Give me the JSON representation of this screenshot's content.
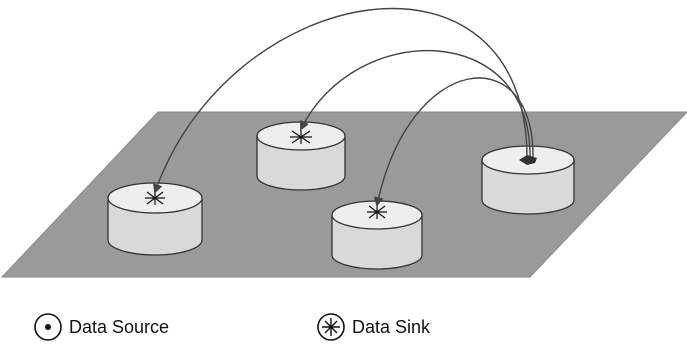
{
  "legend": {
    "source_label": "Data Source",
    "sink_label": "Data Sink"
  },
  "nodes": [
    {
      "id": "node-left",
      "role": "sink"
    },
    {
      "id": "node-center-back",
      "role": "sink"
    },
    {
      "id": "node-center-front",
      "role": "sink"
    },
    {
      "id": "node-right",
      "role": "source"
    }
  ],
  "edges": [
    {
      "from": "node-right",
      "to": "node-left"
    },
    {
      "from": "node-right",
      "to": "node-center-back"
    },
    {
      "from": "node-right",
      "to": "node-center-front"
    }
  ],
  "colors": {
    "plane": "#9a9a9a",
    "cylinder_side": "#d9d9d9",
    "cylinder_top": "#eeeeee",
    "outline": "#333333",
    "edge": "#444444",
    "source_marker": "#333333"
  }
}
